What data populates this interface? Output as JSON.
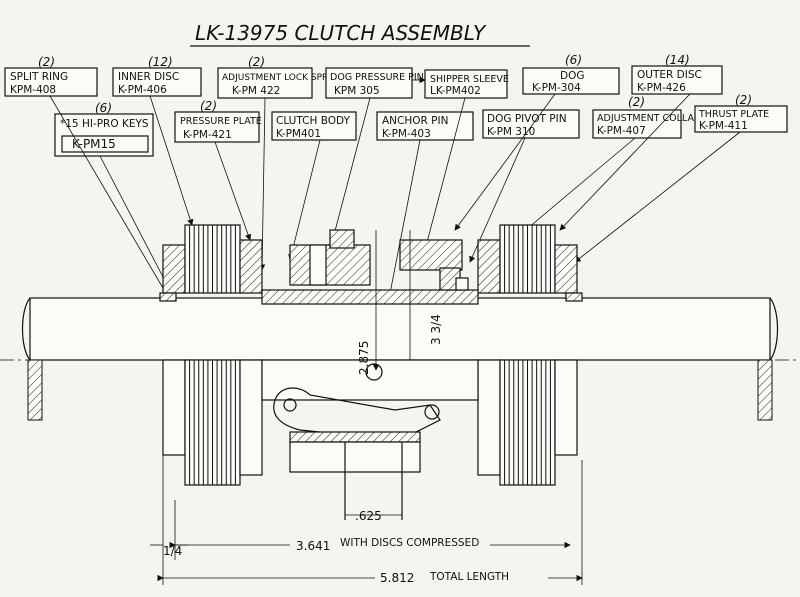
{
  "title": "LK-13975 CLUTCH ASSEMBLY",
  "parts": [
    {
      "qty": "(2)",
      "name": "SPLIT RING",
      "code": "KPM-408"
    },
    {
      "qty": "(12)",
      "name": "INNER DISC",
      "code": "K-PM-406"
    },
    {
      "qty": "(2)",
      "name": "ADJUSTMENT LOCK SPRING",
      "code": "K-PM 422"
    },
    {
      "qty": "",
      "name": "DOG PRESSURE PIN",
      "code": "KPM 305"
    },
    {
      "qty": "",
      "name": "SHIPPER SLEEVE",
      "code": "LK-PM402"
    },
    {
      "qty": "(6)",
      "name": "DOG",
      "code": "K-PM-304"
    },
    {
      "qty": "(14)",
      "name": "OUTER DISC",
      "code": "K-PM-426"
    },
    {
      "qty": "(6)",
      "name": "*15 HI-PRO KEYS",
      "code": "K-PM15"
    },
    {
      "qty": "(2)",
      "name": "PRESSURE PLATE",
      "code": "K-PM-421"
    },
    {
      "qty": "",
      "name": "CLUTCH BODY",
      "code": "K-PM401"
    },
    {
      "qty": "",
      "name": "ANCHOR PIN",
      "code": "K-PM-403"
    },
    {
      "qty": "",
      "name": "DOG PIVOT PIN",
      "code": "K-PM 310"
    },
    {
      "qty": "(2)",
      "name": "ADJUSTMENT COLLAR",
      "code": "K-PM-407"
    },
    {
      "qty": "(2)",
      "name": "THRUST PLATE",
      "code": "K-PM-411"
    }
  ],
  "dimensions": {
    "bore": "2.875",
    "outer": "3 3/4",
    "pin_offset": ".625",
    "key_width": "1/4",
    "compressed": "3.641",
    "compressed_note": "WITH DISCS COMPRESSED",
    "total": "5.812",
    "total_note": "TOTAL LENGTH"
  }
}
